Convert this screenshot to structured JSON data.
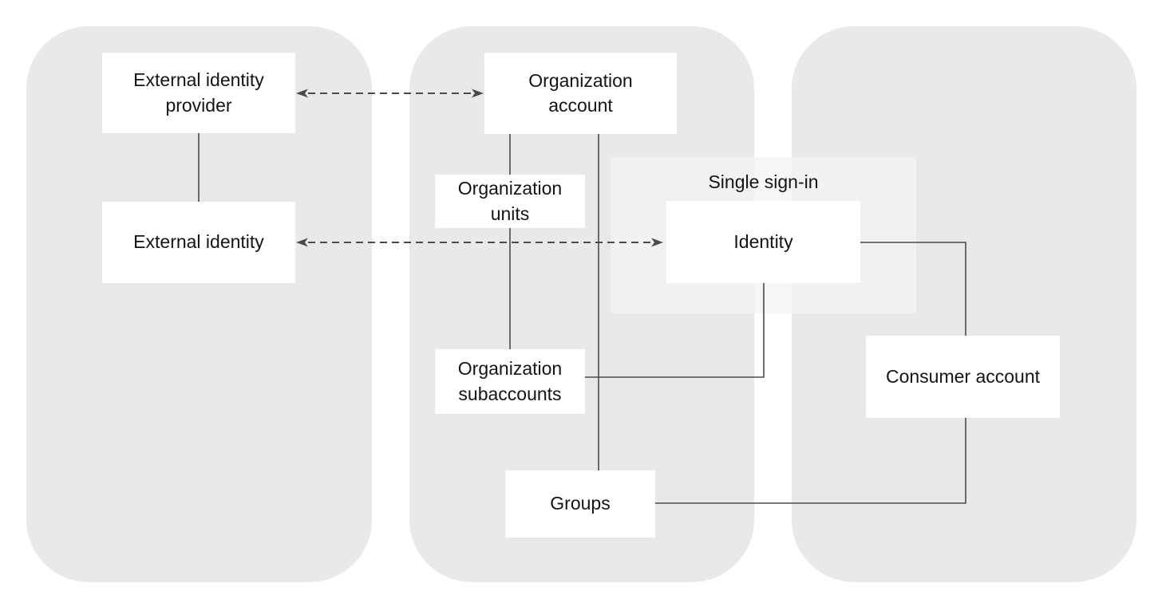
{
  "colors": {
    "page_bg": "#ffffff",
    "panel_bg": "#e9e9e9",
    "sso_bg": "rgba(243,243,243,0.78)",
    "node_bg": "#ffffff",
    "node_text": "#141414",
    "line": "#4a4a4a"
  },
  "diagram": {
    "sso": {
      "label": "Single sign-in"
    },
    "nodes": {
      "external_identity_provider": {
        "label": "External identity provider"
      },
      "organization_account": {
        "label": "Organization account"
      },
      "organization_units": {
        "label": "Organization units"
      },
      "external_identity": {
        "label": "External identity"
      },
      "identity": {
        "label": "Identity"
      },
      "organization_subaccounts": {
        "label": "Organization subaccounts"
      },
      "consumer_account": {
        "label": "Consumer account"
      },
      "groups": {
        "label": "Groups"
      }
    },
    "edges": [
      {
        "from": "external_identity_provider",
        "to": "organization_account",
        "style": "dashed",
        "arrows": "both"
      },
      {
        "from": "external_identity",
        "to": "identity",
        "style": "dashed",
        "arrows": "both"
      },
      {
        "from": "external_identity_provider",
        "to": "external_identity",
        "style": "solid",
        "arrows": "none"
      },
      {
        "from": "organization_account",
        "to": "organization_units",
        "style": "solid",
        "arrows": "none"
      },
      {
        "from": "organization_units",
        "to": "organization_subaccounts",
        "style": "solid",
        "arrows": "none"
      },
      {
        "from": "organization_account",
        "to": "groups",
        "style": "solid",
        "arrows": "none"
      },
      {
        "from": "organization_subaccounts",
        "to": "identity",
        "style": "solid",
        "arrows": "none"
      },
      {
        "from": "identity",
        "to": "consumer_account",
        "style": "solid",
        "arrows": "none"
      },
      {
        "from": "consumer_account",
        "to": "groups",
        "style": "solid",
        "arrows": "none"
      }
    ]
  }
}
